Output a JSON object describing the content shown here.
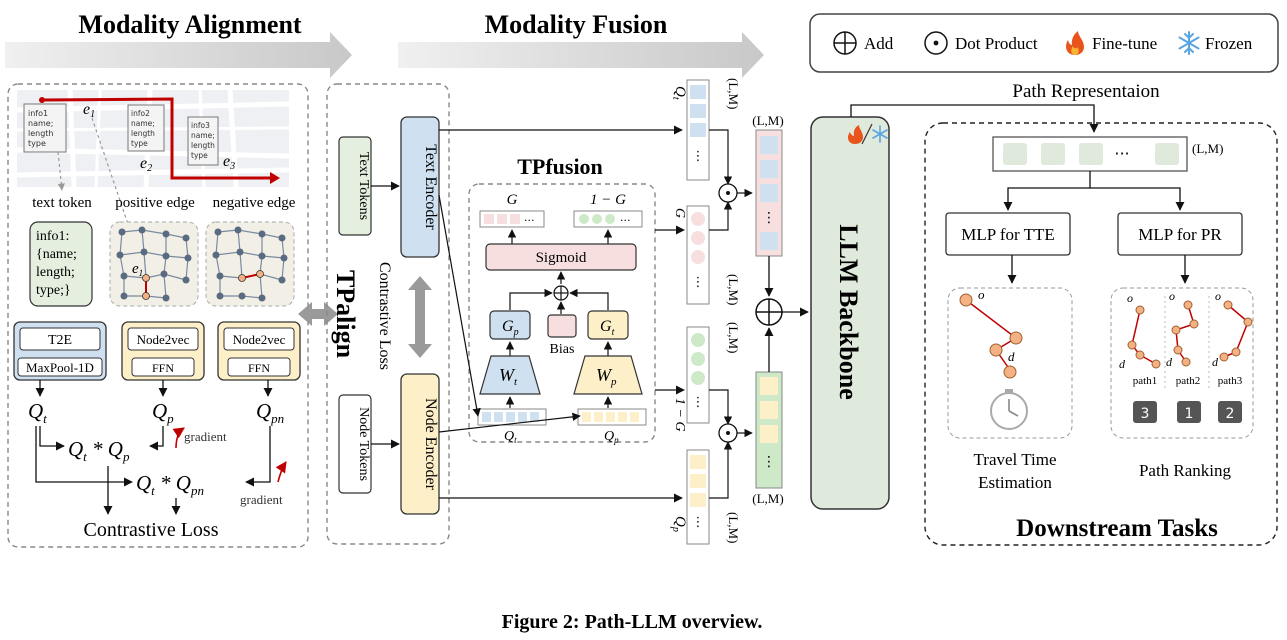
{
  "banners": {
    "alignment": "Modality Alignment",
    "fusion": "Modality Fusion"
  },
  "legend": {
    "add": "Add",
    "dot": "Dot Product",
    "finetune": "Fine-tune",
    "frozen": "Frozen"
  },
  "alignment": {
    "map_info": [
      "info1",
      "name;",
      "length",
      "type"
    ],
    "map_info2": [
      "info2",
      "name;",
      "length",
      "type"
    ],
    "map_info3": [
      "info3",
      "name;",
      "length",
      "type"
    ],
    "edge_e1": "e",
    "edge_e2": "e",
    "edge_e3": "e",
    "sub1": "1",
    "sub2": "2",
    "sub3": "3",
    "text_token": "text token",
    "positive_edge": "positive edge",
    "negative_edge": "negative edge",
    "token_box": [
      "info1:",
      "{name;",
      "length;",
      "type;}"
    ],
    "t2e": "T2E",
    "maxpool": "MaxPool-1D",
    "node2vec_a": "Node2vec",
    "ffn_a": "FFN",
    "node2vec_b": "Node2vec",
    "ffn_b": "FFN",
    "qt": "Q",
    "qt_sub": "t",
    "qp": "Q",
    "qp_sub": "p",
    "qpn": "Q",
    "qpn_sub": "pn",
    "prod1": "Q",
    "prod1_mid": " * Q",
    "prod2_mid": " * Q",
    "gradient1": "gradient",
    "gradient2": "gradient",
    "contrastive": "Contrastive Loss"
  },
  "tpalign": {
    "title": "TPalign",
    "text_tokens": "Text Tokens",
    "node_tokens": "Node Tokens",
    "text_encoder": "Text Encoder",
    "node_encoder": "Node Encoder",
    "contrastive": "Contrastive Loss"
  },
  "tpfusion": {
    "title": "TPfusion",
    "g": "G",
    "one_minus_g": "1 − G",
    "sigmoid": "Sigmoid",
    "gp": "G",
    "gp_sub": "p",
    "gt": "G",
    "gt_sub": "t",
    "bias": "Bias",
    "wt": "W",
    "wt_sub": "t",
    "wp": "W",
    "wp_sub": "p",
    "qt": "Q",
    "qt_sub": "t",
    "qp": "Q",
    "qp_sub": "p",
    "ellipsis": "···",
    "vdots": "⋮"
  },
  "dims": {
    "lm": "(L,M)"
  },
  "side_labels": {
    "qt": "Q",
    "qt_sub": "t",
    "g": "G",
    "omg": "1 − G",
    "qp": "Q",
    "qp_sub": "p"
  },
  "llm": {
    "backbone": "LLM Backbone"
  },
  "downstream": {
    "path_rep": "Path Representaion",
    "mlp_tte": "MLP for TTE",
    "mlp_pr": "MLP for PR",
    "o": "o",
    "d": "d",
    "path1": "path1",
    "path2": "path2",
    "path3": "path3",
    "rank1": "3",
    "rank2": "1",
    "rank3": "2",
    "tte_label_1": "Travel Time",
    "tte_label_2": "Estimation",
    "pr_label": "Path Ranking",
    "title": "Downstream Tasks"
  },
  "caption": "Figure 2: Path-LLM overview.",
  "colors": {
    "blue_fill": "#cfe0f0",
    "yellow_fill": "#fdf0c8",
    "pink_fill": "#f7dfe0",
    "green_fill": "#cde9c8",
    "llm_fill": "#dfe9dc",
    "node_orange": "#f4b183",
    "node_gray": "#5a6a80",
    "red": "#c00000"
  }
}
